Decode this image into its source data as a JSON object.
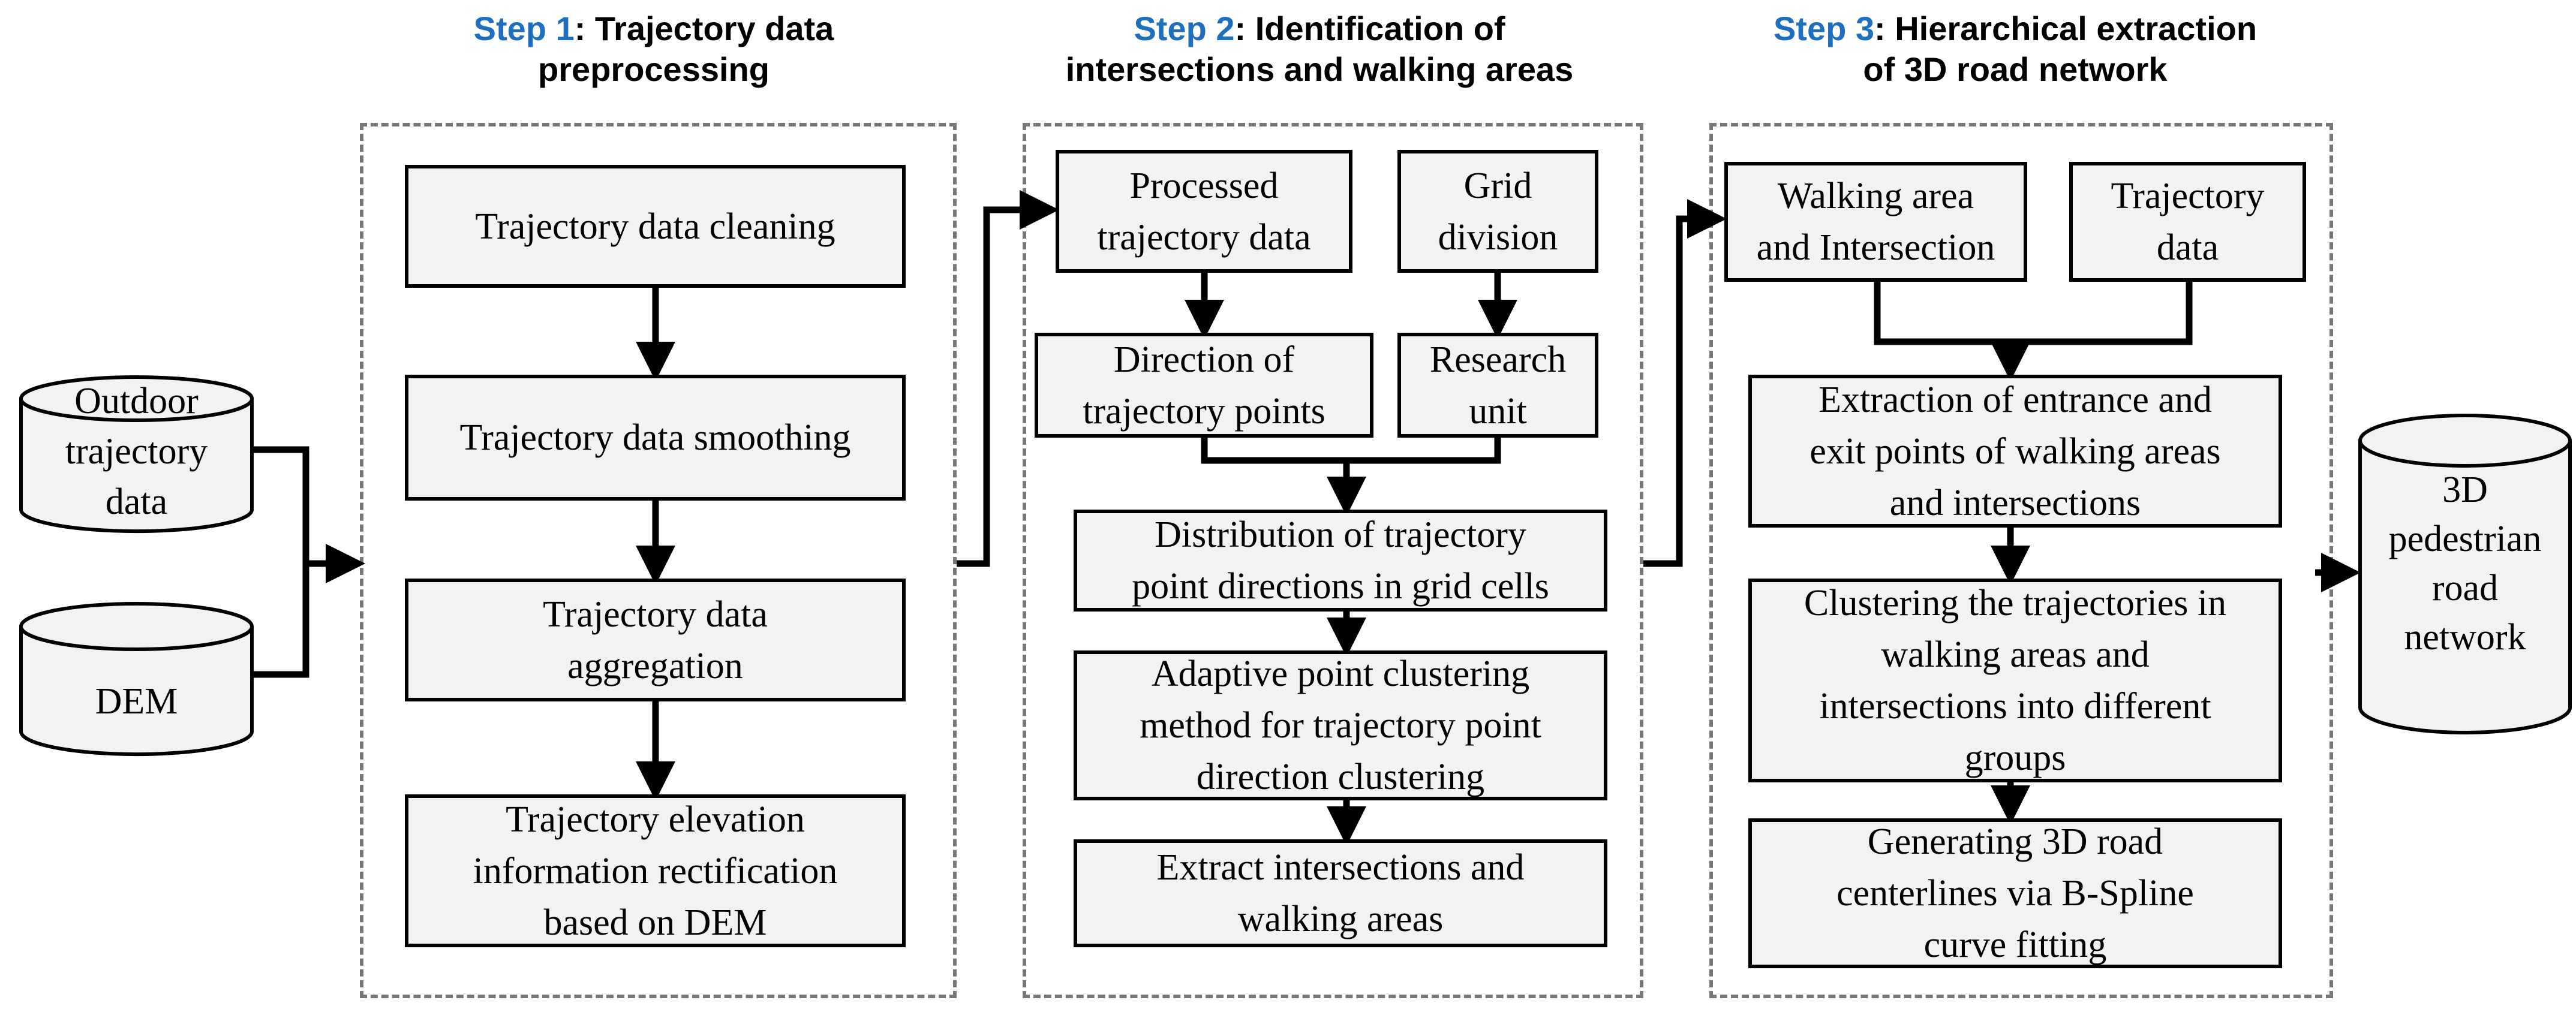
{
  "headers": {
    "step1": {
      "step": "Step 1",
      "rest_line1": ": Trajectory data",
      "line2": "preprocessing"
    },
    "step2": {
      "step": "Step 2",
      "rest_line1": ": Identification of",
      "line2": "intersections and walking areas"
    },
    "step3": {
      "step": "Step 3",
      "rest_line1": ": Hierarchical extraction",
      "line2": "of 3D road network"
    }
  },
  "inputs": {
    "outdoor": "Outdoor\ntrajectory\ndata",
    "dem": "DEM"
  },
  "output": "3D\npedestrian\nroad\nnetwork",
  "step1_boxes": {
    "cleaning": "Trajectory data cleaning",
    "smoothing": "Trajectory data smoothing",
    "aggregation": "Trajectory data\naggregation",
    "elevation": "Trajectory elevation\ninformation rectification\nbased on DEM"
  },
  "step2_boxes": {
    "processed": "Processed\ntrajectory data",
    "grid_division": "Grid\ndivision",
    "direction_points": "Direction of\ntrajectory points",
    "research_unit": "Research\nunit",
    "distribution": "Distribution of trajectory\npoint directions in grid cells",
    "adaptive": "Adaptive point clustering\nmethod for trajectory point\ndirection clustering",
    "extract": "Extract intersections and\nwalking areas"
  },
  "step3_boxes": {
    "walking_intersection": "Walking area\nand Intersection",
    "trajectory_data": "Trajectory\ndata",
    "entrance_exit": "Extraction of entrance and\nexit points of walking areas\nand intersections",
    "clustering": "Clustering the trajectories in\nwalking areas and\nintersections into different\ngroups",
    "bspline": "Generating 3D road\ncenterlines via B-Spline\ncurve fitting"
  },
  "colors": {
    "step_accent": "#1f6fbf",
    "box_fill": "#f2f2f2",
    "dashed_frame": "#777777"
  }
}
